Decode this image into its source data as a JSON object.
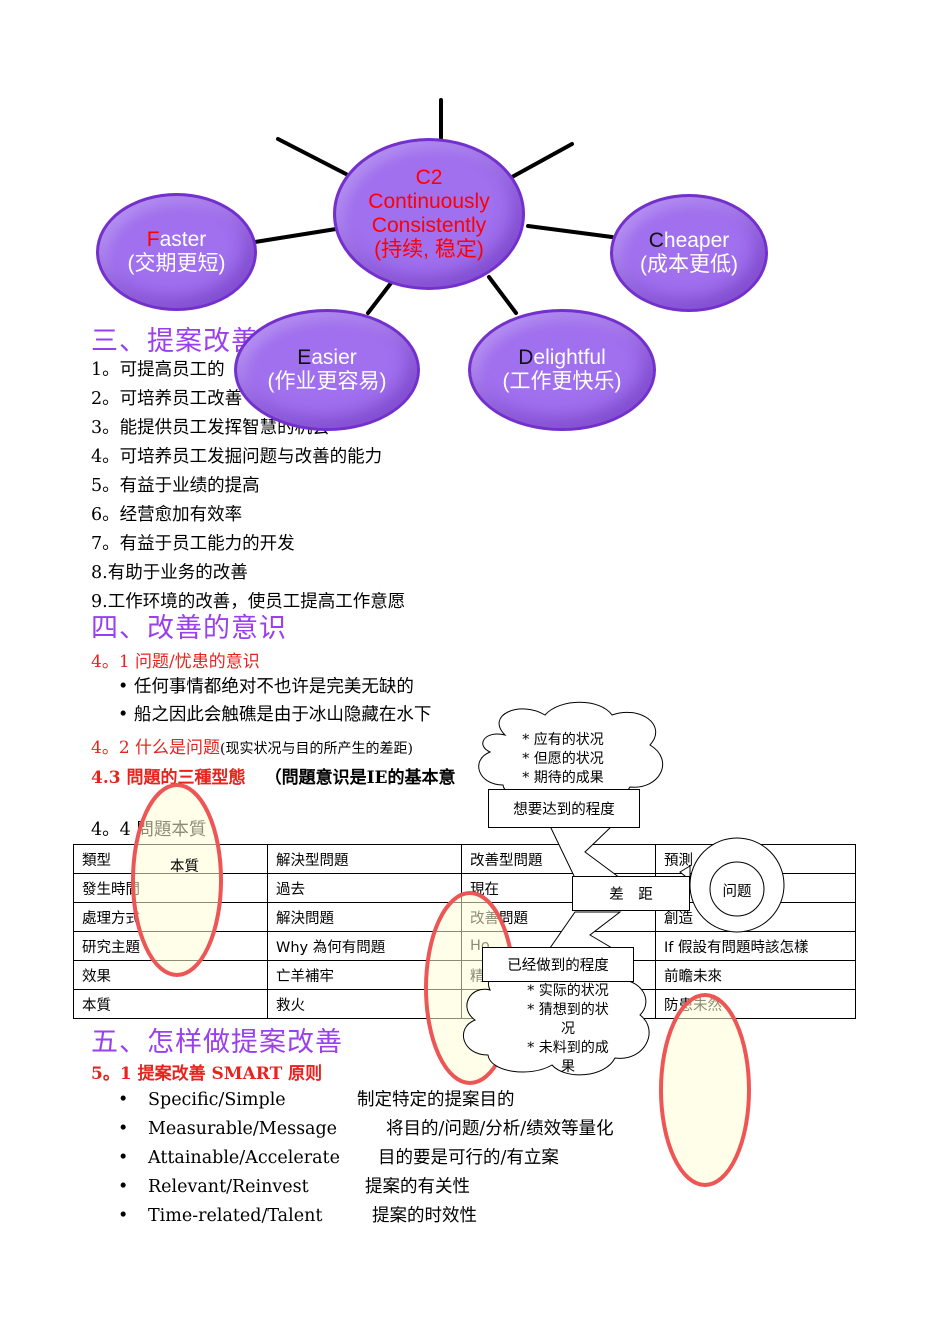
{
  "diagram": {
    "center": {
      "code": "C2",
      "line1": "Continuously",
      "line2": "Consistently",
      "cn": "(持续, 稳定)"
    },
    "faster": {
      "initial": "F",
      "rest": "aster",
      "cn": "(交期更短)"
    },
    "cheaper": {
      "initial": "C",
      "rest": "heaper",
      "cn": "(成本更低)"
    },
    "easier": {
      "initial": "E",
      "rest": "asier",
      "cn": "(作业更容易)"
    },
    "delightful": {
      "initial": "D",
      "rest": "elightful",
      "cn": "(工作更快乐)"
    },
    "colors": {
      "bubble_fill": "#a070ee",
      "bubble_border": "#7330cc",
      "heading_purple": "#9a3ff0",
      "accent_red": "#e8231e"
    }
  },
  "section3": {
    "heading": "三、提案改善",
    "items": [
      "1。可提高员工的",
      "2。可培养员工改善",
      "3。能提供员工发挥智慧的机会",
      "4。可培养员工发掘问题与改善的能力",
      "5。有益于业绩的提高",
      "6。经营愈加有效率",
      "7。有益于员工能力的开发",
      "8.有助于业务的改善",
      "9.工作环境的改善，使员工提高工作意愿"
    ]
  },
  "section4": {
    "heading": "四、改善的意识",
    "s41_title": "4。1 问题/忧患的意识",
    "s41_bullets": [
      "任何事情都绝对不也许是完美无缺的",
      "船之因此会触礁是由于冰山隐藏在水下"
    ],
    "s42_title": "4。2 什么是问题",
    "s42_note": "(现实状况与目的所产生的差距)",
    "s43_title": "4.3 問題的三種型態",
    "s43_note": "（問題意识是IE的基本意",
    "s44_title": "4。4 問題本質"
  },
  "table": {
    "rows": [
      [
        "類型",
        "解決型問題",
        "改善型問題",
        "預測"
      ],
      [
        "發生時間",
        "過去",
        "現在",
        ""
      ],
      [
        "處理方式",
        "解決問題",
        "改善問題",
        "創造"
      ],
      [
        "研究主題",
        "Why 為何有問題",
        "Ho",
        "If 假設有問題時該怎樣"
      ],
      [
        "效果",
        "亡羊補牢",
        "精益",
        "前瞻未來"
      ],
      [
        "本質",
        "救火",
        "",
        "防患未然"
      ]
    ],
    "overlay_label": "本質"
  },
  "gap": {
    "cloud_top": [
      "* 应有的状况",
      "* 但愿的状况",
      "* 期待的成果"
    ],
    "box_top": "想要达到的程度",
    "box_gap": "差　距",
    "problem": "问题",
    "box_bottom": "已经做到的程度",
    "cloud_bottom": [
      "* 实际的状况",
      "* 猜想到的状",
      "况",
      "* 未料到的成",
      "果"
    ]
  },
  "section5": {
    "heading": "五、怎样做提案改善",
    "s51_title": "5。1 提案改善 SMART 原则",
    "smart": [
      {
        "en": "Specific/Simple",
        "cn": "制定特定的提案目的"
      },
      {
        "en": "Measurable/Message",
        "cn": "将目的/问题/分析/绩效等量化"
      },
      {
        "en": "Attainable/Accelerate",
        "cn": "目的要是可行的/有立案"
      },
      {
        "en": "Relevant/Reinvest",
        "cn": "提案的有关性"
      },
      {
        "en": "Time-related/Talent",
        "cn": "提案的时效性"
      }
    ]
  }
}
